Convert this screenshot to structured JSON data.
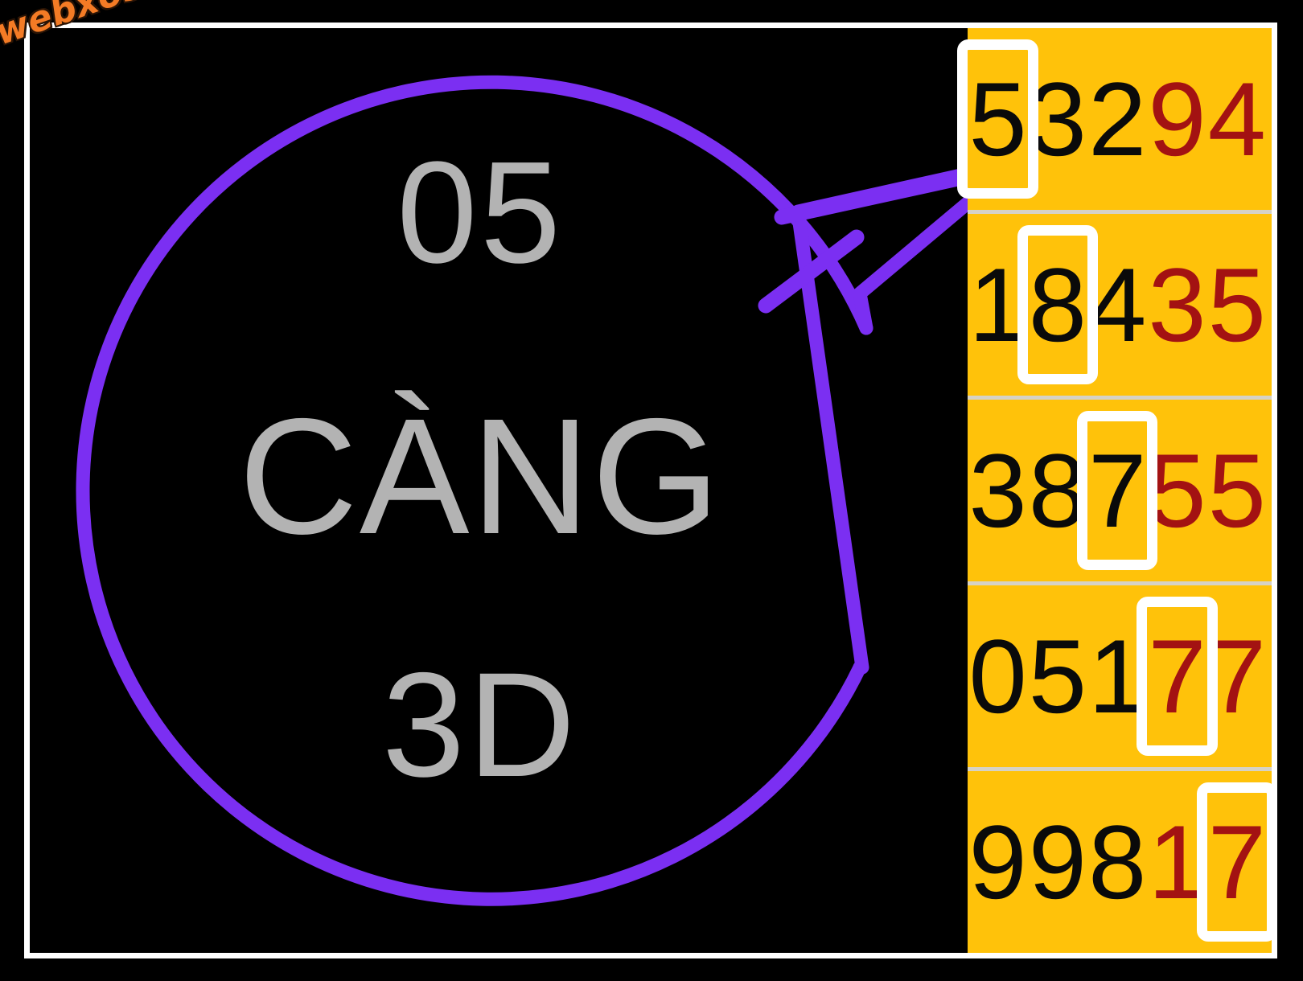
{
  "watermark": {
    "text": "webxoso.net",
    "color": "#F47B25"
  },
  "colors": {
    "background": "#000000",
    "frame_border": "#FFFFFF",
    "bubble_stroke": "#7B2FF2",
    "bubble_text": "#B3B3B3",
    "panel_background": "#FFC20A",
    "row_divider": "#D6D2C6",
    "digit_black": "#0A0A0A",
    "digit_red": "#A31212",
    "highlight_box": "#FFFFFF"
  },
  "bubble": {
    "line_top": "05",
    "line_middle": "CÀNG",
    "line_bottom": "3D",
    "pointer_target_row": 1
  },
  "results": {
    "rows": [
      {
        "number": "53294",
        "digits": [
          {
            "char": "5",
            "color": "black",
            "marked": true
          },
          {
            "char": "3",
            "color": "black",
            "marked": false
          },
          {
            "char": "2",
            "color": "black",
            "marked": false
          },
          {
            "char": "9",
            "color": "red",
            "marked": false
          },
          {
            "char": "4",
            "color": "red",
            "marked": false
          }
        ]
      },
      {
        "number": "18435",
        "digits": [
          {
            "char": "1",
            "color": "black",
            "marked": false
          },
          {
            "char": "8",
            "color": "black",
            "marked": true
          },
          {
            "char": "4",
            "color": "black",
            "marked": false
          },
          {
            "char": "3",
            "color": "red",
            "marked": false
          },
          {
            "char": "5",
            "color": "red",
            "marked": false
          }
        ]
      },
      {
        "number": "38755",
        "digits": [
          {
            "char": "3",
            "color": "black",
            "marked": false
          },
          {
            "char": "8",
            "color": "black",
            "marked": false
          },
          {
            "char": "7",
            "color": "black",
            "marked": true
          },
          {
            "char": "5",
            "color": "red",
            "marked": false
          },
          {
            "char": "5",
            "color": "red",
            "marked": false
          }
        ]
      },
      {
        "number": "05177",
        "digits": [
          {
            "char": "0",
            "color": "black",
            "marked": false
          },
          {
            "char": "5",
            "color": "black",
            "marked": false
          },
          {
            "char": "1",
            "color": "black",
            "marked": false
          },
          {
            "char": "7",
            "color": "red",
            "marked": true
          },
          {
            "char": "7",
            "color": "red",
            "marked": false
          }
        ]
      },
      {
        "number": "99817",
        "digits": [
          {
            "char": "9",
            "color": "black",
            "marked": false
          },
          {
            "char": "9",
            "color": "black",
            "marked": false
          },
          {
            "char": "8",
            "color": "black",
            "marked": false
          },
          {
            "char": "1",
            "color": "red",
            "marked": false
          },
          {
            "char": "7",
            "color": "red",
            "marked": true
          }
        ]
      }
    ]
  }
}
